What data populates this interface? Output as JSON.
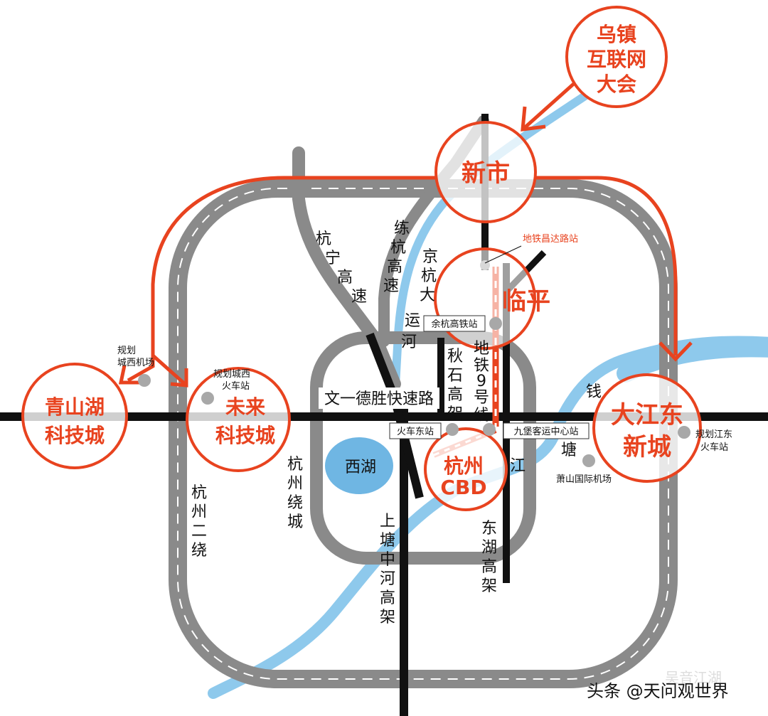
{
  "colors": {
    "accent": "#e8431f",
    "ring_road": "#8a8a8a",
    "river": "#8ec9ec",
    "lake": "#6fb6e3",
    "highway": "#111111"
  },
  "hubs": {
    "wuzhen": [
      "乌镇",
      "互联网",
      "大会"
    ],
    "xinshi": "新市",
    "linping": "临平",
    "dajiangdong": [
      "大江东",
      "新城"
    ],
    "qingshanhu": [
      "青山湖",
      "科技城"
    ],
    "weilai": [
      "未来",
      "科技城"
    ],
    "cbd": [
      "杭州",
      "CBD"
    ]
  },
  "roads": {
    "hangning": [
      "杭",
      "宁",
      "高",
      "速"
    ],
    "lianhang": [
      "练",
      "杭",
      "高",
      "速"
    ],
    "jinghang": [
      "京",
      "杭",
      "大",
      "运",
      "河"
    ],
    "qiushi": [
      "秋",
      "石",
      "高",
      "架"
    ],
    "metro9": [
      "地",
      "铁",
      "9",
      "号",
      "线"
    ],
    "wenyi": "文一德胜快速路",
    "raocheng": [
      "杭",
      "州",
      "绕",
      "城"
    ],
    "erhao": [
      "杭",
      "州",
      "二",
      "绕"
    ],
    "shangtang": [
      "上",
      "塘",
      "中",
      "河",
      "高",
      "架"
    ],
    "donghu": [
      "东",
      "湖",
      "高",
      "架"
    ],
    "qiantang": [
      "钱",
      "塘",
      "江"
    ]
  },
  "lake": "西湖",
  "stations": {
    "changda": "地铁昌达路站",
    "yuhang_hsr": "余杭高铁站",
    "huochedong": "火车东站",
    "jiubao": "九堡客运中心站",
    "xiaoshan_airport": "萧山国际机场",
    "west_airport": [
      "规划",
      "城西机场"
    ],
    "west_train": [
      "规划城西",
      "火车站"
    ],
    "jiangdong_train": [
      "规划江东",
      "火车站"
    ]
  },
  "watermark": {
    "author": "头条 @天问观世界",
    "faint": "吴音江湖"
  }
}
